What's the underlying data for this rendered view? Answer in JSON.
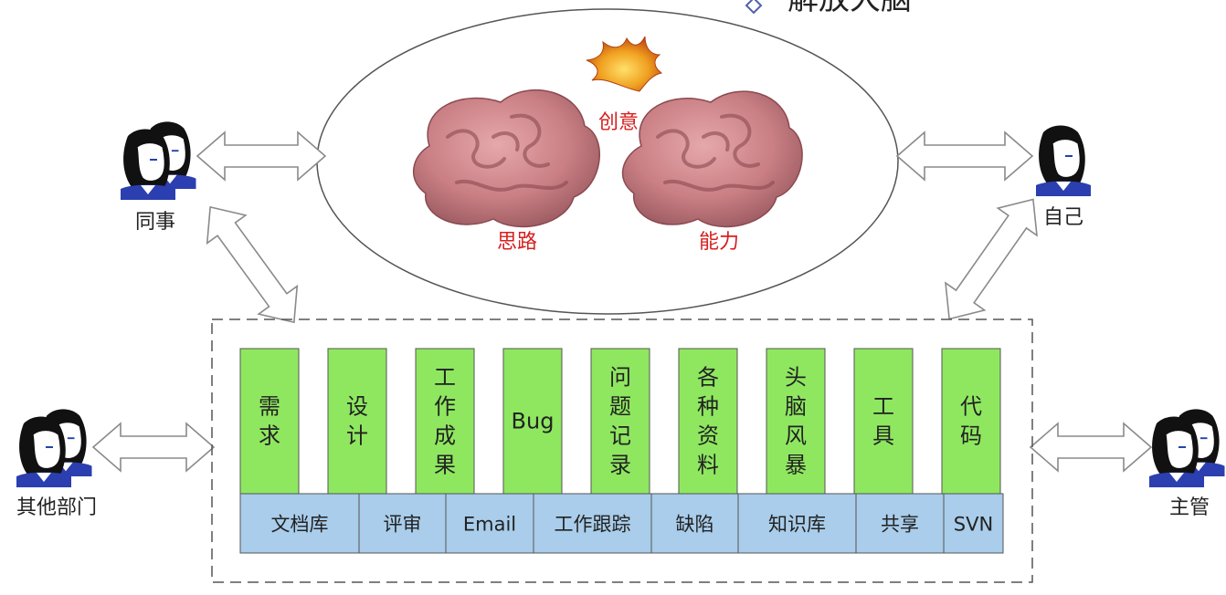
{
  "title": "解放大脑",
  "ellipse_labels": {
    "creativity": "创意",
    "thinking": "思路",
    "ability": "能力"
  },
  "people": {
    "colleague": "同事",
    "self": "自己",
    "other_departments": "其他部门",
    "supervisor": "主管"
  },
  "content_items": [
    "需求",
    "设计",
    "工作成果",
    "Bug",
    "问题记录",
    "各种资料",
    "头脑风暴",
    "工具",
    "代码"
  ],
  "tools": [
    "文档库",
    "评审",
    "Email",
    "工作跟踪",
    "缺陷",
    "知识库",
    "共享",
    "SVN"
  ],
  "colors": {
    "green": "#8fe760",
    "blue": "#a9cdea",
    "red_text": "#d62020",
    "brain": "#c97f84"
  }
}
